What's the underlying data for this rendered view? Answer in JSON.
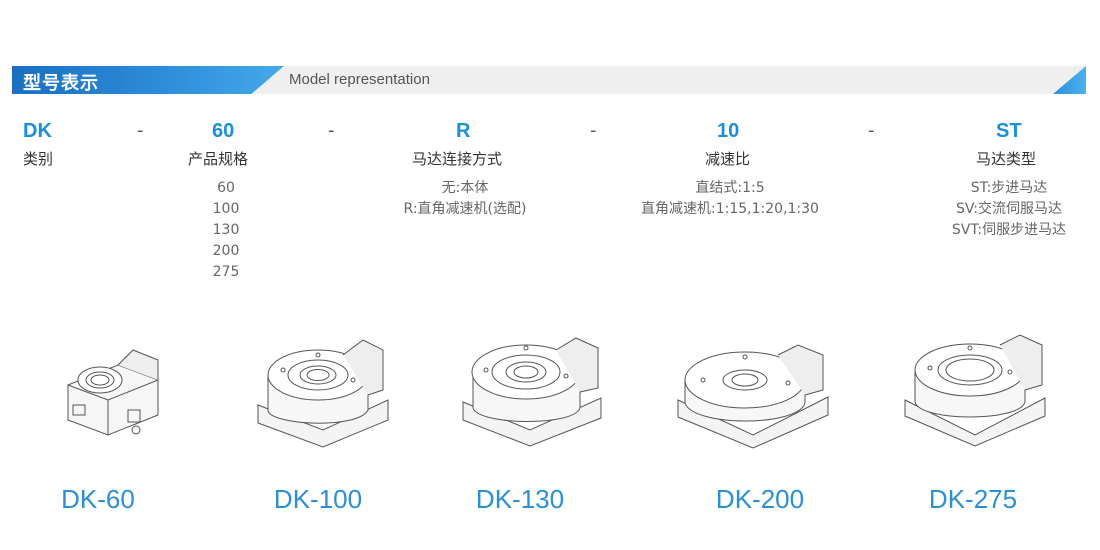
{
  "header": {
    "title": "型号表示",
    "subtitle": "Model representation"
  },
  "model_code": {
    "separator": "-",
    "segments": [
      {
        "code": "DK",
        "label": "类别",
        "options": []
      },
      {
        "code": "60",
        "label": "产品规格",
        "options": [
          "60",
          "100",
          "130",
          "200",
          "275"
        ]
      },
      {
        "code": "R",
        "label": "马达连接方式",
        "options": [
          "无:本体",
          "R:直角减速机(选配)"
        ]
      },
      {
        "code": "10",
        "label": "减速比",
        "options": [
          "直结式:1:5",
          "直角减速机:1:15,1:20,1:30"
        ]
      },
      {
        "code": "ST",
        "label": "马达类型",
        "options": [
          "ST:步进马达",
          "SV:交流伺服马达",
          "SVT:伺服步进马达"
        ]
      }
    ]
  },
  "products": [
    {
      "name": "DK-60"
    },
    {
      "name": "DK-100"
    },
    {
      "name": "DK-130"
    },
    {
      "name": "DK-200"
    },
    {
      "name": "DK-275"
    }
  ],
  "colors": {
    "accent": "#1b8fd8",
    "header_gradient_start": "#1a6fc0",
    "header_band": "#efefef"
  }
}
